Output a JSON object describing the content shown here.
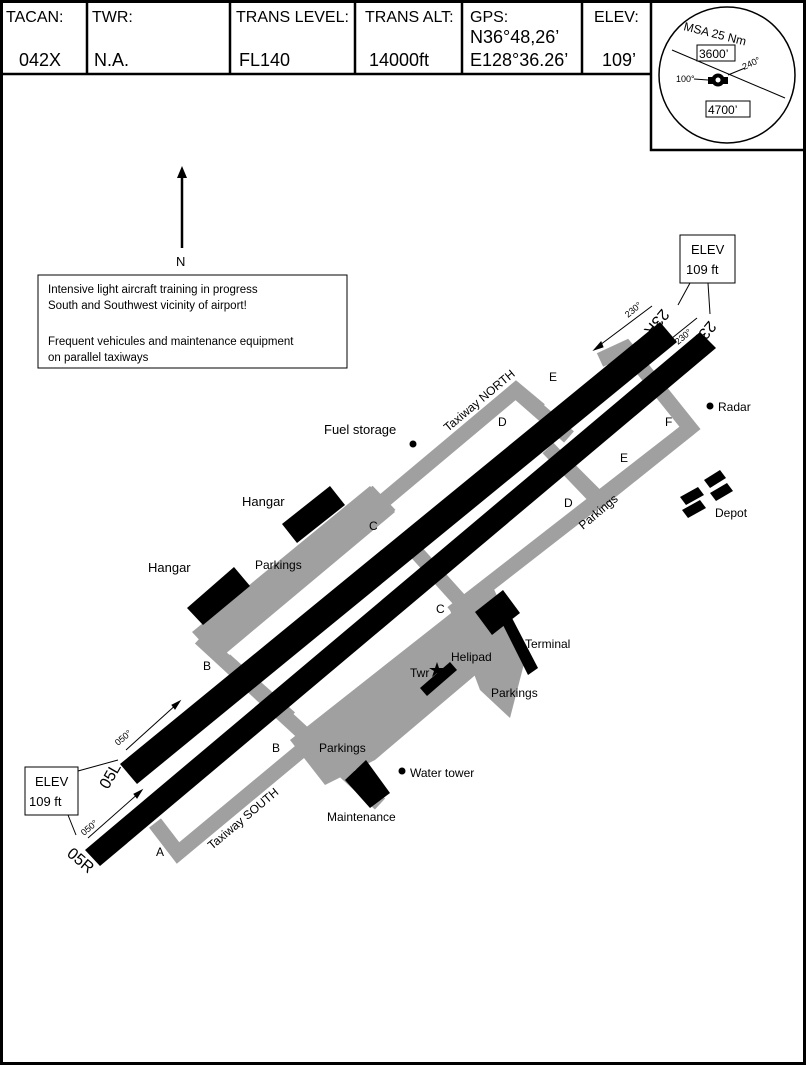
{
  "header": {
    "tacan": {
      "label": "TACAN:",
      "value": "042X"
    },
    "twr": {
      "label": "TWR:",
      "value": "N.A."
    },
    "trans_level": {
      "label": "TRANS LEVEL:",
      "value": "FL140"
    },
    "trans_alt": {
      "label": "TRANS ALT:",
      "value": "14000ft"
    },
    "gps": {
      "label": "GPS:",
      "lat": "N36°48,26’",
      "lon": "E128°36.26’"
    },
    "elev": {
      "label": "ELEV:",
      "value": "109’"
    }
  },
  "msa": {
    "title": "MSA 25 Nm",
    "north_sector": "3600’",
    "south_sector": "4700’",
    "bearing_left": "100°",
    "bearing_right": "240°"
  },
  "north_label": "N",
  "notice": {
    "line1": "Intensive light aircraft training in progress",
    "line2": "South and Southwest vicinity of airport!",
    "line3": "Frequent vehicules and maintenance equipment",
    "line4": "on parallel taxiways"
  },
  "elev_box_ne": {
    "line1": "ELEV",
    "line2": "109 ft"
  },
  "elev_box_sw": {
    "line1": "ELEV",
    "line2": "109 ft"
  },
  "runways": {
    "r23r": "23R",
    "r23l": "23L",
    "r05l": "05L",
    "r05r": "05R",
    "hdg_230_a": "230°",
    "hdg_230_b": "230°",
    "hdg_050_a": "050°",
    "hdg_050_b": "050°"
  },
  "taxiways": {
    "north": "Taxiway NORTH",
    "south": "Taxiway SOUTH",
    "a": "A",
    "b1": "B",
    "b2": "B",
    "c1": "C",
    "c2": "C",
    "d1": "D",
    "d2": "D",
    "e1": "E",
    "e2": "E",
    "f": "F"
  },
  "labels": {
    "fuel_storage": "Fuel storage",
    "radar": "Radar",
    "depot": "Depot",
    "hangar1": "Hangar",
    "hangar2": "Hangar",
    "parkings_w": "Parkings",
    "parkings_e": "Parkings",
    "parkings_terminal": "Parkings",
    "parkings_s": "Parkings",
    "terminal": "Terminal",
    "helipad": "Helipad",
    "twr": "Twr",
    "water_tower": "Water tower",
    "maintenance": "Maintenance"
  },
  "colors": {
    "taxiway": "#a0a0a0",
    "runway": "#000000"
  }
}
